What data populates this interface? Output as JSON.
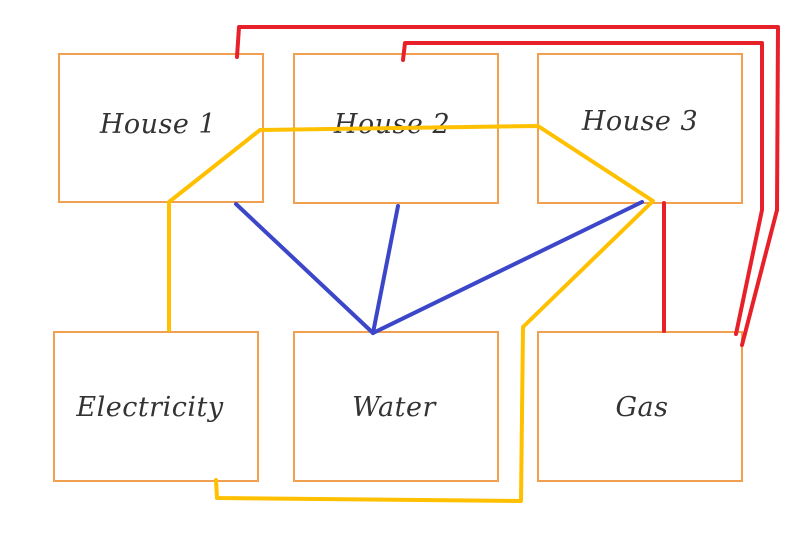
{
  "nodes": [
    {
      "id": "house1",
      "label": "House 1"
    },
    {
      "id": "house2",
      "label": "House 2"
    },
    {
      "id": "house3",
      "label": "House 3"
    },
    {
      "id": "electricity",
      "label": "Electricity"
    },
    {
      "id": "water",
      "label": "Water"
    },
    {
      "id": "gas",
      "label": "Gas"
    }
  ],
  "connections": {
    "gas": {
      "color": "#e8202a",
      "links": [
        "house1-gas",
        "house2-gas",
        "house3-gas"
      ]
    },
    "water": {
      "color": "#3c46c8",
      "links": [
        "house1-water",
        "house2-water",
        "house3-water"
      ]
    },
    "electricity": {
      "color": "#ffc000",
      "links": [
        "electricity-house1",
        "house1-house3",
        "house3-electricity"
      ]
    }
  }
}
